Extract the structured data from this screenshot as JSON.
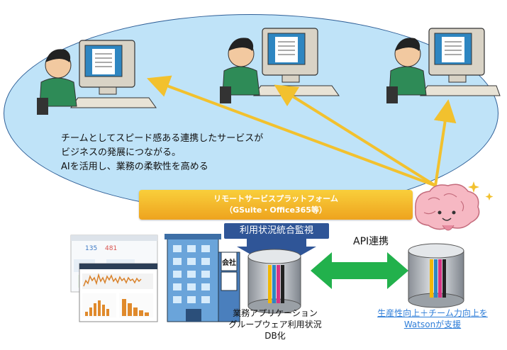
{
  "description_lines": [
    "チームとしてスピード感ある連携したサービスが",
    "ビジネスの発展につながる。",
    "AIを活用し、業務の柔軟性を高める"
  ],
  "platform": {
    "line1": "リモートサービスプラットフォーム",
    "line2": "（GSuite・Office365等）"
  },
  "monitor_label": "利用状況統合監視",
  "api_label": "API連携",
  "left_db_caption": [
    "業務アプリケーション",
    "グループウェア利用状況",
    "DB化"
  ],
  "right_db_caption": [
    "生産性向上＋チーム力向上を",
    "Watsonが支援"
  ],
  "building_sign": "会社",
  "dashboard_numbers": [
    "135",
    "481"
  ],
  "colors": {
    "ellipse_fill": "#bfe3f8",
    "arrow_yellow": "#f2c12e",
    "platform_orange": "#eea31e",
    "monitor_blue": "#2f5597",
    "api_green": "#22b14c"
  }
}
